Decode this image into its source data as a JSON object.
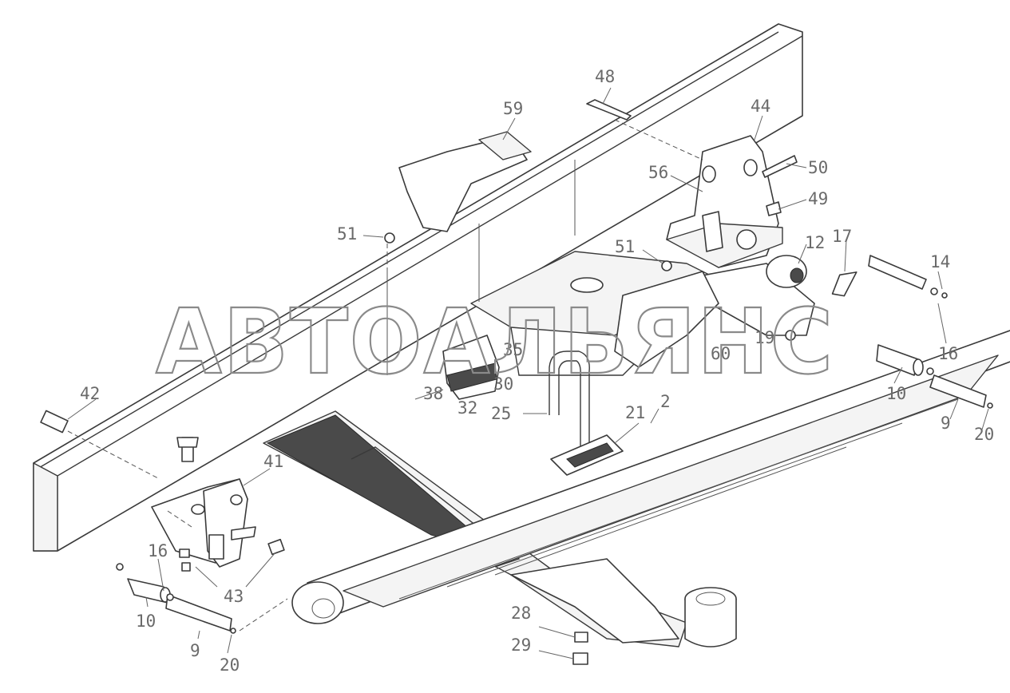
{
  "watermark": "АВТОАЛЬЯНС",
  "callouts": {
    "c48": "48",
    "c59": "59",
    "c44": "44",
    "c50": "50",
    "c56": "56",
    "c49": "49",
    "c51a": "51",
    "c51b": "51",
    "c17": "17",
    "c12": "12",
    "c14": "14",
    "c16a": "16",
    "c16b": "16",
    "c35": "35",
    "c30": "30",
    "c38": "38",
    "c32": "32",
    "c25": "25",
    "c60": "60",
    "c19": "19",
    "c21": "21",
    "c2": "2",
    "c10a": "10",
    "c10b": "10",
    "c9a": "9",
    "c9b": "9",
    "c20a": "20",
    "c20b": "20",
    "c42": "42",
    "c41": "41",
    "c43": "43",
    "c28": "28",
    "c29": "29"
  }
}
